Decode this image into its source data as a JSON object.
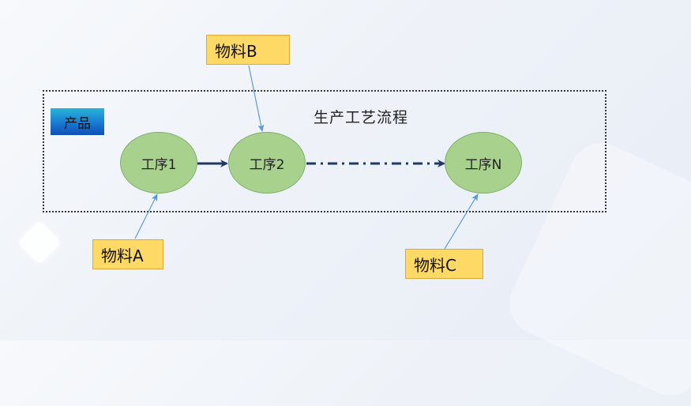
{
  "diagram": {
    "process_title": "生产工艺流程",
    "product_label": "产品",
    "steps": [
      {
        "label": "工序1"
      },
      {
        "label": "工序2"
      },
      {
        "label": "工序N"
      }
    ],
    "materials": [
      {
        "label": "物料B"
      },
      {
        "label": "物料A"
      },
      {
        "label": "物料C"
      }
    ],
    "colors": {
      "step_fill": "#a9d18e",
      "material_fill": "#ffd966",
      "flow_arrow": "#1f3864",
      "feed_arrow": "#5b9bd5"
    }
  }
}
